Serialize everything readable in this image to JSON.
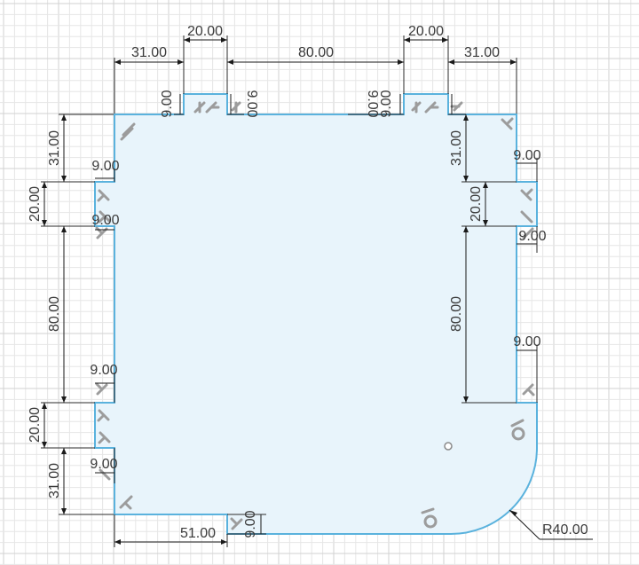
{
  "sketch": {
    "profile_fill": "#e8f4fb",
    "profile_stroke": "#5ab2dd",
    "dimension_color": "#1a1a1a",
    "grid_color": "#e6e6e6",
    "constraint_icon_color": "#9c9c9c",
    "constraint_icons": [
      "horizontal-constraint-icon",
      "vertical-constraint-icon",
      "perpendicular-constraint-icon",
      "coincident-constraint-icon",
      "tangent-constraint-icon"
    ]
  },
  "dimensions": {
    "top_left_31": "31.00",
    "top_tab_left_20": "20.00",
    "top_middle_80": "80.00",
    "top_tab_right_20": "20.00",
    "top_right_31": "31.00",
    "top_tab_left_depth_a": "9.00",
    "top_tab_left_depth_b": "9.00",
    "top_tab_right_depth_a": "9.00",
    "top_tab_right_depth_b": "9.00",
    "left_31_top": "31.00",
    "left_tab1_20": "20.00",
    "left_tab1_depth_a": "9.00",
    "left_tab1_depth_b": "9.00",
    "left_80": "80.00",
    "left_tab2_depth_a": "9.00",
    "left_tab2_20": "20.00",
    "left_tab2_depth_b": "9.00",
    "left_31_bottom": "31.00",
    "right_31_top": "31.00",
    "right_tab1_depth_a": "9.00",
    "right_tab1_20": "20.00",
    "right_tab1_depth_b": "9.00",
    "right_80": "80.00",
    "right_tab2_depth": "9.00",
    "bottom_51": "51.00",
    "bottom_tab_depth": "9.00",
    "fillet_radius": "R40.00"
  }
}
